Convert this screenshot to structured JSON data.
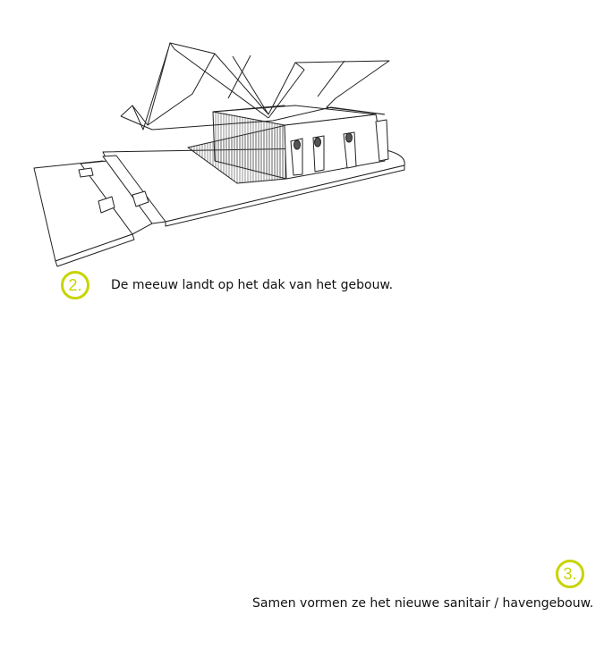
{
  "steps": [
    {
      "number": "2.",
      "caption": "De meeuw landt op het dak van het gebouw."
    },
    {
      "number": "3.",
      "caption": "Samen vormen ze het nieuwe sanitair / havengebouw."
    }
  ],
  "colors": {
    "accent": "#c8d400",
    "line": "#222222",
    "hatch": "#555555"
  }
}
